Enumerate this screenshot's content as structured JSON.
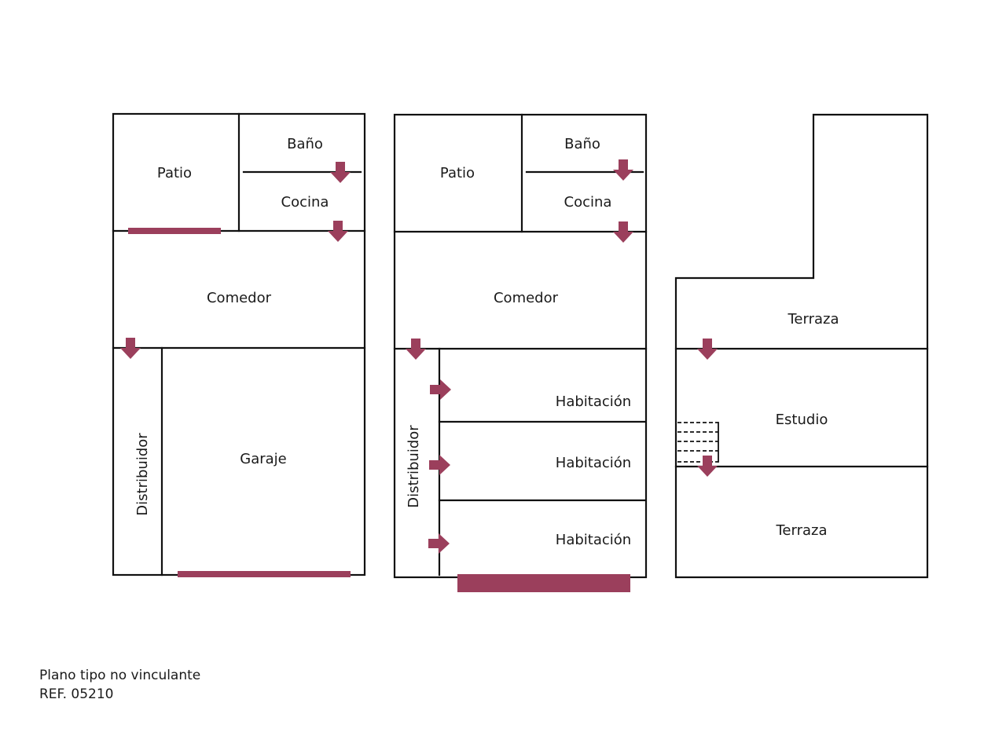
{
  "colors": {
    "accent": "#9b3f5c",
    "wall": "#111111",
    "background": "#ffffff"
  },
  "floor1": {
    "patio": "Patio",
    "bano": "Baño",
    "cocina": "Cocina",
    "comedor": "Comedor",
    "distribuidor": "Distribuidor",
    "garaje": "Garaje"
  },
  "floor2": {
    "patio": "Patio",
    "bano": "Baño",
    "cocina": "Cocina",
    "comedor": "Comedor",
    "distribuidor": "Distribuidor",
    "habitacion_1": "Habitación",
    "habitacion_2": "Habitación",
    "habitacion_3": "Habitación"
  },
  "floor3": {
    "terraza_top": "Terraza",
    "estudio": "Estudio",
    "terraza_bottom": "Terraza"
  },
  "footer": {
    "line1": "Plano tipo no vinculante",
    "line2": "REF. 05210"
  }
}
